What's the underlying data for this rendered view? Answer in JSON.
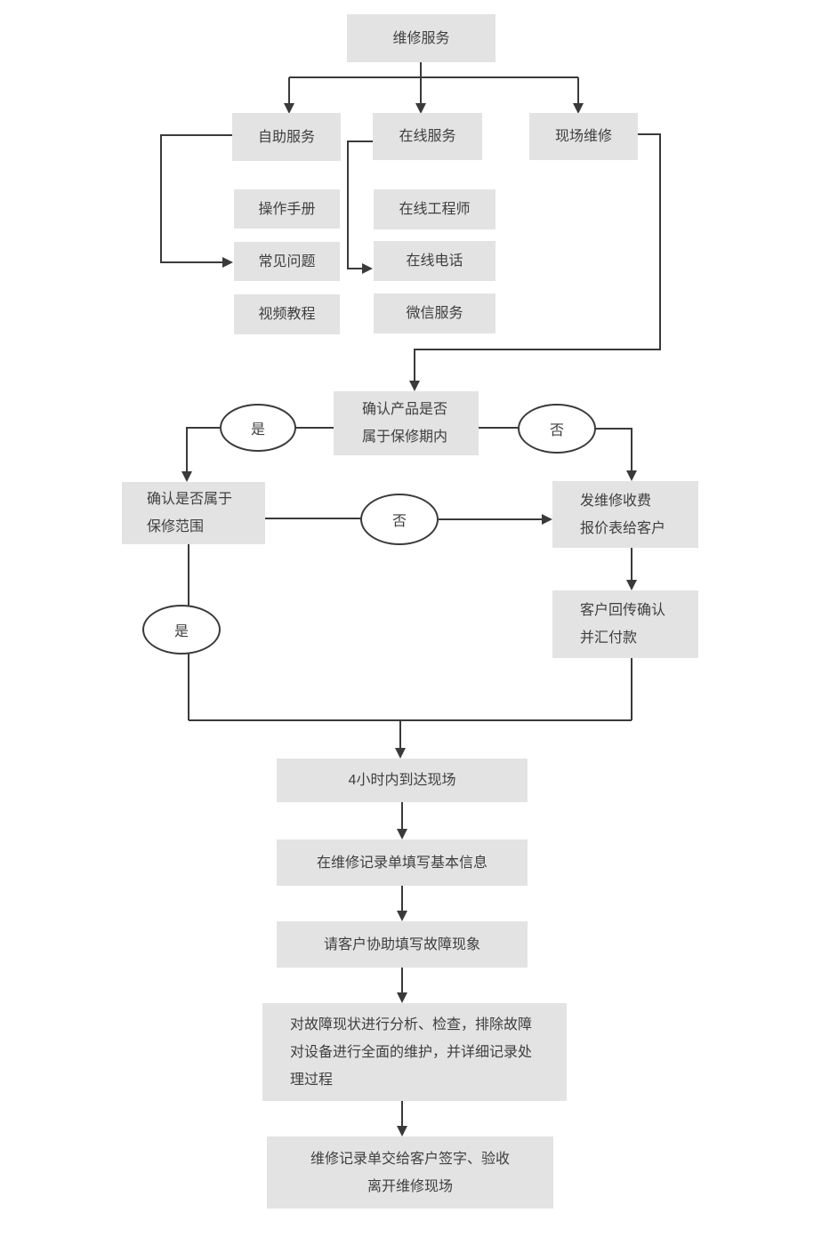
{
  "nodes": {
    "repair_service": {
      "label": "维修服务"
    },
    "self_service": {
      "label": "自助服务"
    },
    "manual": {
      "label": "操作手册"
    },
    "faq": {
      "label": "常见问题"
    },
    "video_tutorial": {
      "label": "视频教程"
    },
    "online_service": {
      "label": "在线服务"
    },
    "online_engineer": {
      "label": "在线工程师"
    },
    "online_phone": {
      "label": "在线电话"
    },
    "wechat_service": {
      "label": "微信服务"
    },
    "onsite_repair": {
      "label": "现场维修"
    },
    "confirm_warranty_period": {
      "label": "确认产品是否\n属于保修期内"
    },
    "confirm_warranty_scope": {
      "label": "确认是否属于\n保修范围"
    },
    "send_quote": {
      "label": "发维修收费\n报价表给客户"
    },
    "customer_confirm_payment": {
      "label": "客户回传确认\n并汇付款"
    },
    "arrive_onsite": {
      "label": "4小时内到达现场"
    },
    "fill_basic_info": {
      "label": "在维修记录单填写基本信息"
    },
    "fill_fault_description": {
      "label": "请客户协助填写故障现象"
    },
    "analyze_and_repair": {
      "label": "对故障现状进行分析、检查，排除故障\n对设备进行全面的维护，并详细记录处\n理过程"
    },
    "sign_and_leave": {
      "label": "维修记录单交给客户签字、验收\n离开维修现场"
    }
  },
  "decisions": {
    "yes_top": {
      "label": "是"
    },
    "no_top": {
      "label": "否"
    },
    "no_middle": {
      "label": "否"
    },
    "yes_bottom": {
      "label": "是"
    }
  },
  "colors": {
    "node_fill": "#e3e3e3",
    "line": "#3a3a3a",
    "text": "#3f3f3f",
    "ellipse_fill": "#ffffff",
    "background": "#ffffff"
  }
}
